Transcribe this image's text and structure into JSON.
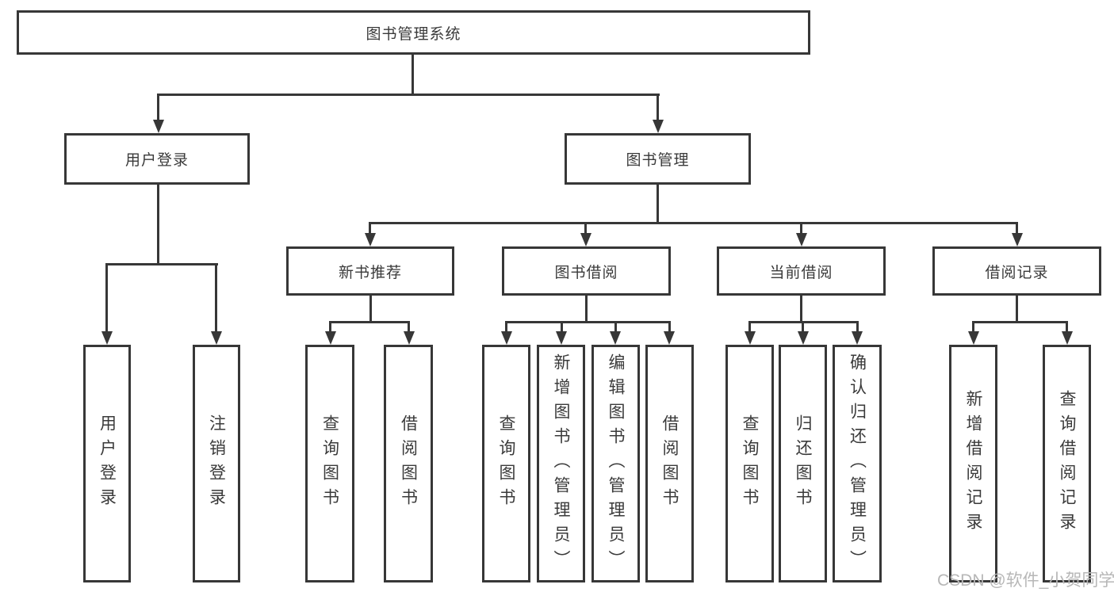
{
  "diagram": {
    "title": "图书管理系统",
    "root": {
      "label": "图书管理系统"
    },
    "level2": [
      {
        "label": "用户登录"
      },
      {
        "label": "图书管理"
      }
    ],
    "level3": [
      {
        "label": "新书推荐"
      },
      {
        "label": "图书借阅"
      },
      {
        "label": "当前借阅"
      },
      {
        "label": "借阅记录"
      }
    ],
    "leaves": {
      "user_login": [
        {
          "label": "用户登录"
        },
        {
          "label": "注销登录"
        }
      ],
      "new_book_recommend": [
        {
          "label": "查询图书"
        },
        {
          "label": "借阅图书"
        }
      ],
      "book_borrow": [
        {
          "label": "查询图书"
        },
        {
          "label": "新增图书（管理员）"
        },
        {
          "label": "编辑图书（管理员）"
        },
        {
          "label": "借阅图书"
        }
      ],
      "current_borrow": [
        {
          "label": "查询图书"
        },
        {
          "label": "归还图书"
        },
        {
          "label": "确认归还（管理员）"
        }
      ],
      "borrow_records": [
        {
          "label": "新增借阅记录"
        },
        {
          "label": "查询借阅记录"
        }
      ]
    }
  },
  "watermark": {
    "text": "CSDN @软件_小贺同学"
  },
  "colors": {
    "line": "#373737",
    "box_border": "#373737",
    "text": "#3a3a3a",
    "watermark": "#b7b7b7",
    "background": "#ffffff"
  }
}
